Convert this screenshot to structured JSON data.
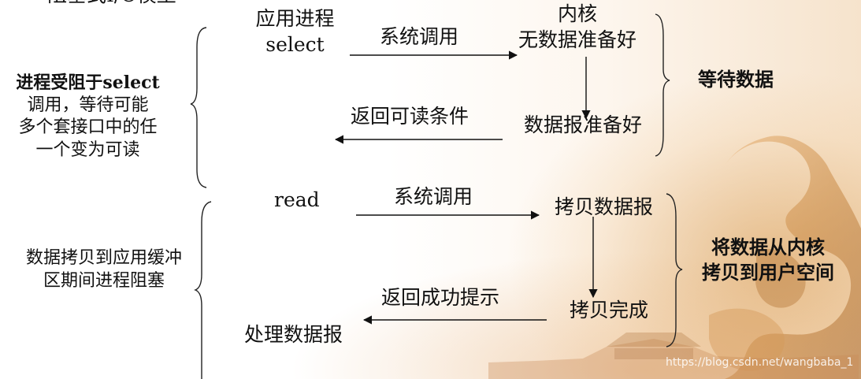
{
  "top_cut_text": "阻塞式I/O模型",
  "phase1": {
    "left_description": [
      "进程受阻于select",
      "调用，等待可能",
      "多个套接口中的任",
      "一个变为可读"
    ],
    "app_label_line1": "应用进程",
    "app_label_line2": "select",
    "syscall_label": "系统调用",
    "kernel_label_line1": "内核",
    "kernel_label_line2": "无数据准备好",
    "ready_label": "数据报准备好",
    "return_label": "返回可读条件",
    "right_label": "等待数据"
  },
  "phase2": {
    "left_description": [
      "数据拷贝到应用缓冲",
      "区期间进程阻塞"
    ],
    "app_label": "read",
    "syscall_label": "系统调用",
    "copy_label": "拷贝数据报",
    "done_label": "拷贝完成",
    "return_label": "返回成功提示",
    "process_label": "处理数据报",
    "right_label": [
      "将数据从内核",
      "拷贝到用户空间"
    ]
  },
  "watermark": "https://blog.csdn.net/wangbaba_1"
}
